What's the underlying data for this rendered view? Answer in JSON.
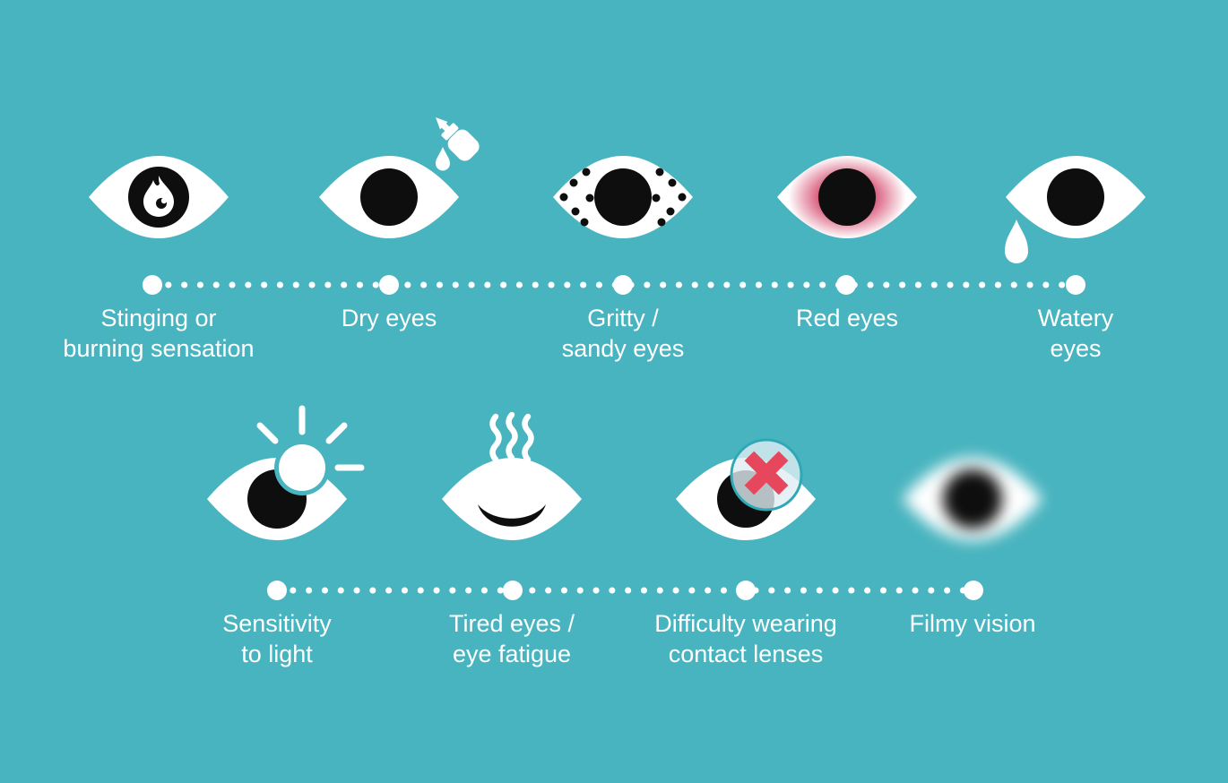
{
  "title": "Dry eye symptoms infographic",
  "colors": {
    "background": "#48b4bf",
    "eye_white": "#ffffff",
    "eye_black": "#0e0e0e",
    "red_eye_glow": "#d64d70",
    "cross_red": "#e6475c",
    "contact_lens_fill": "#dfeef3",
    "contact_lens_ring": "#2fa8b6",
    "text": "#ffffff"
  },
  "rows": [
    {
      "items": [
        {
          "icon": "burning-eye-icon",
          "label": "Stinging or\nburning sensation"
        },
        {
          "icon": "eye-drops-eye-icon",
          "label": "Dry eyes"
        },
        {
          "icon": "gritty-eye-icon",
          "label": "Gritty /\nsandy eyes"
        },
        {
          "icon": "red-eye-icon",
          "label": "Red eyes"
        },
        {
          "icon": "watery-eye-icon",
          "label": "Watery\neyes"
        }
      ]
    },
    {
      "items": [
        {
          "icon": "light-sensitivity-eye-icon",
          "label": "Sensitivity\nto light"
        },
        {
          "icon": "tired-eye-icon",
          "label": "Tired eyes /\neye fatigue"
        },
        {
          "icon": "contact-lens-eye-icon",
          "label": "Difficulty wearing\ncontact lenses"
        },
        {
          "icon": "filmy-vision-eye-icon",
          "label": "Filmy vision"
        }
      ]
    }
  ]
}
